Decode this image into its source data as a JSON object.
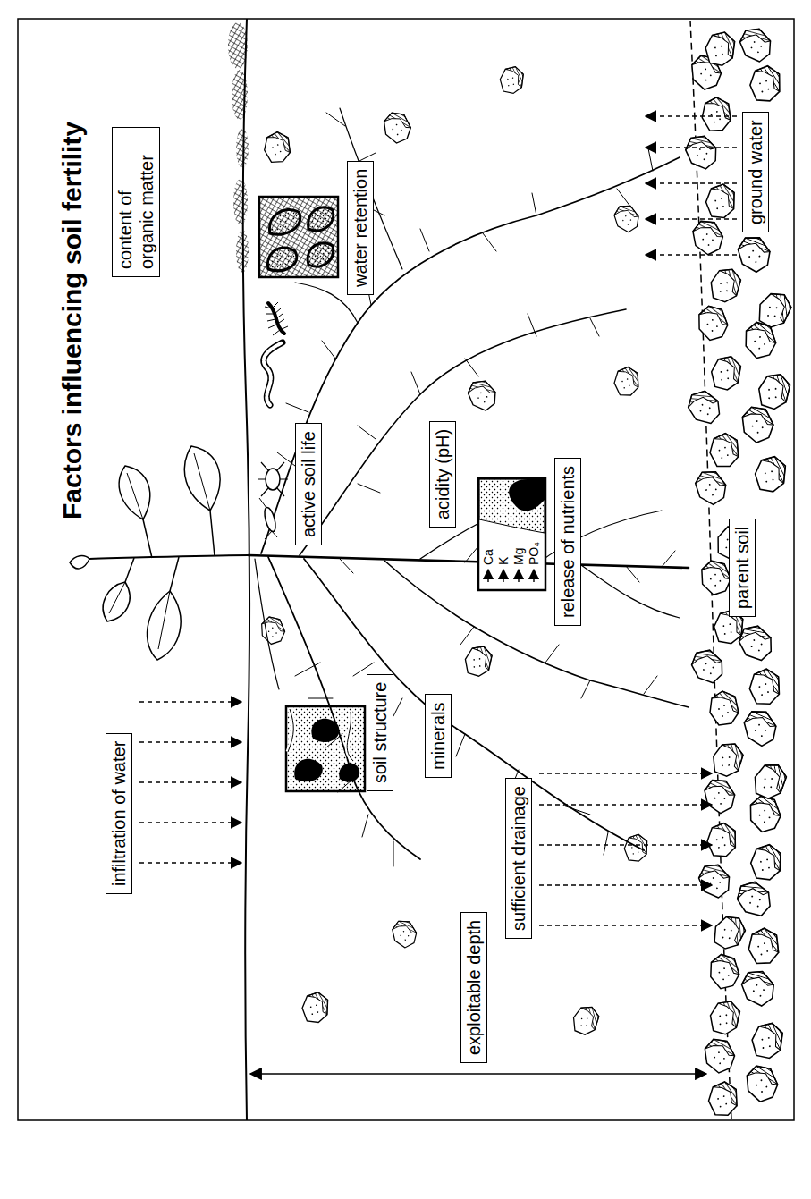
{
  "diagram": {
    "title": "Factors influencing soil fertility",
    "nodes": [
      {
        "text": [
          "infiltration of water"
        ]
      },
      {
        "text": [
          "content of organic matter"
        ]
      },
      {
        "text": [
          "active soil life"
        ]
      },
      {
        "text": [
          "water retention"
        ]
      },
      {
        "text": [
          "soil structure"
        ]
      },
      {
        "text": [
          "acidity (pH)"
        ]
      },
      {
        "text": [
          "minerals"
        ]
      },
      {
        "text": [
          "sufficient drainage"
        ]
      },
      {
        "text": [
          "exploitable depth"
        ]
      },
      {
        "text": [
          "release of nutrients"
        ]
      },
      {
        "text": [
          "parent soil"
        ]
      },
      {
        "text": [
          "ground water"
        ]
      }
    ],
    "labels": [
      "Ca",
      "K",
      "Mg",
      "PO₄"
    ]
  }
}
